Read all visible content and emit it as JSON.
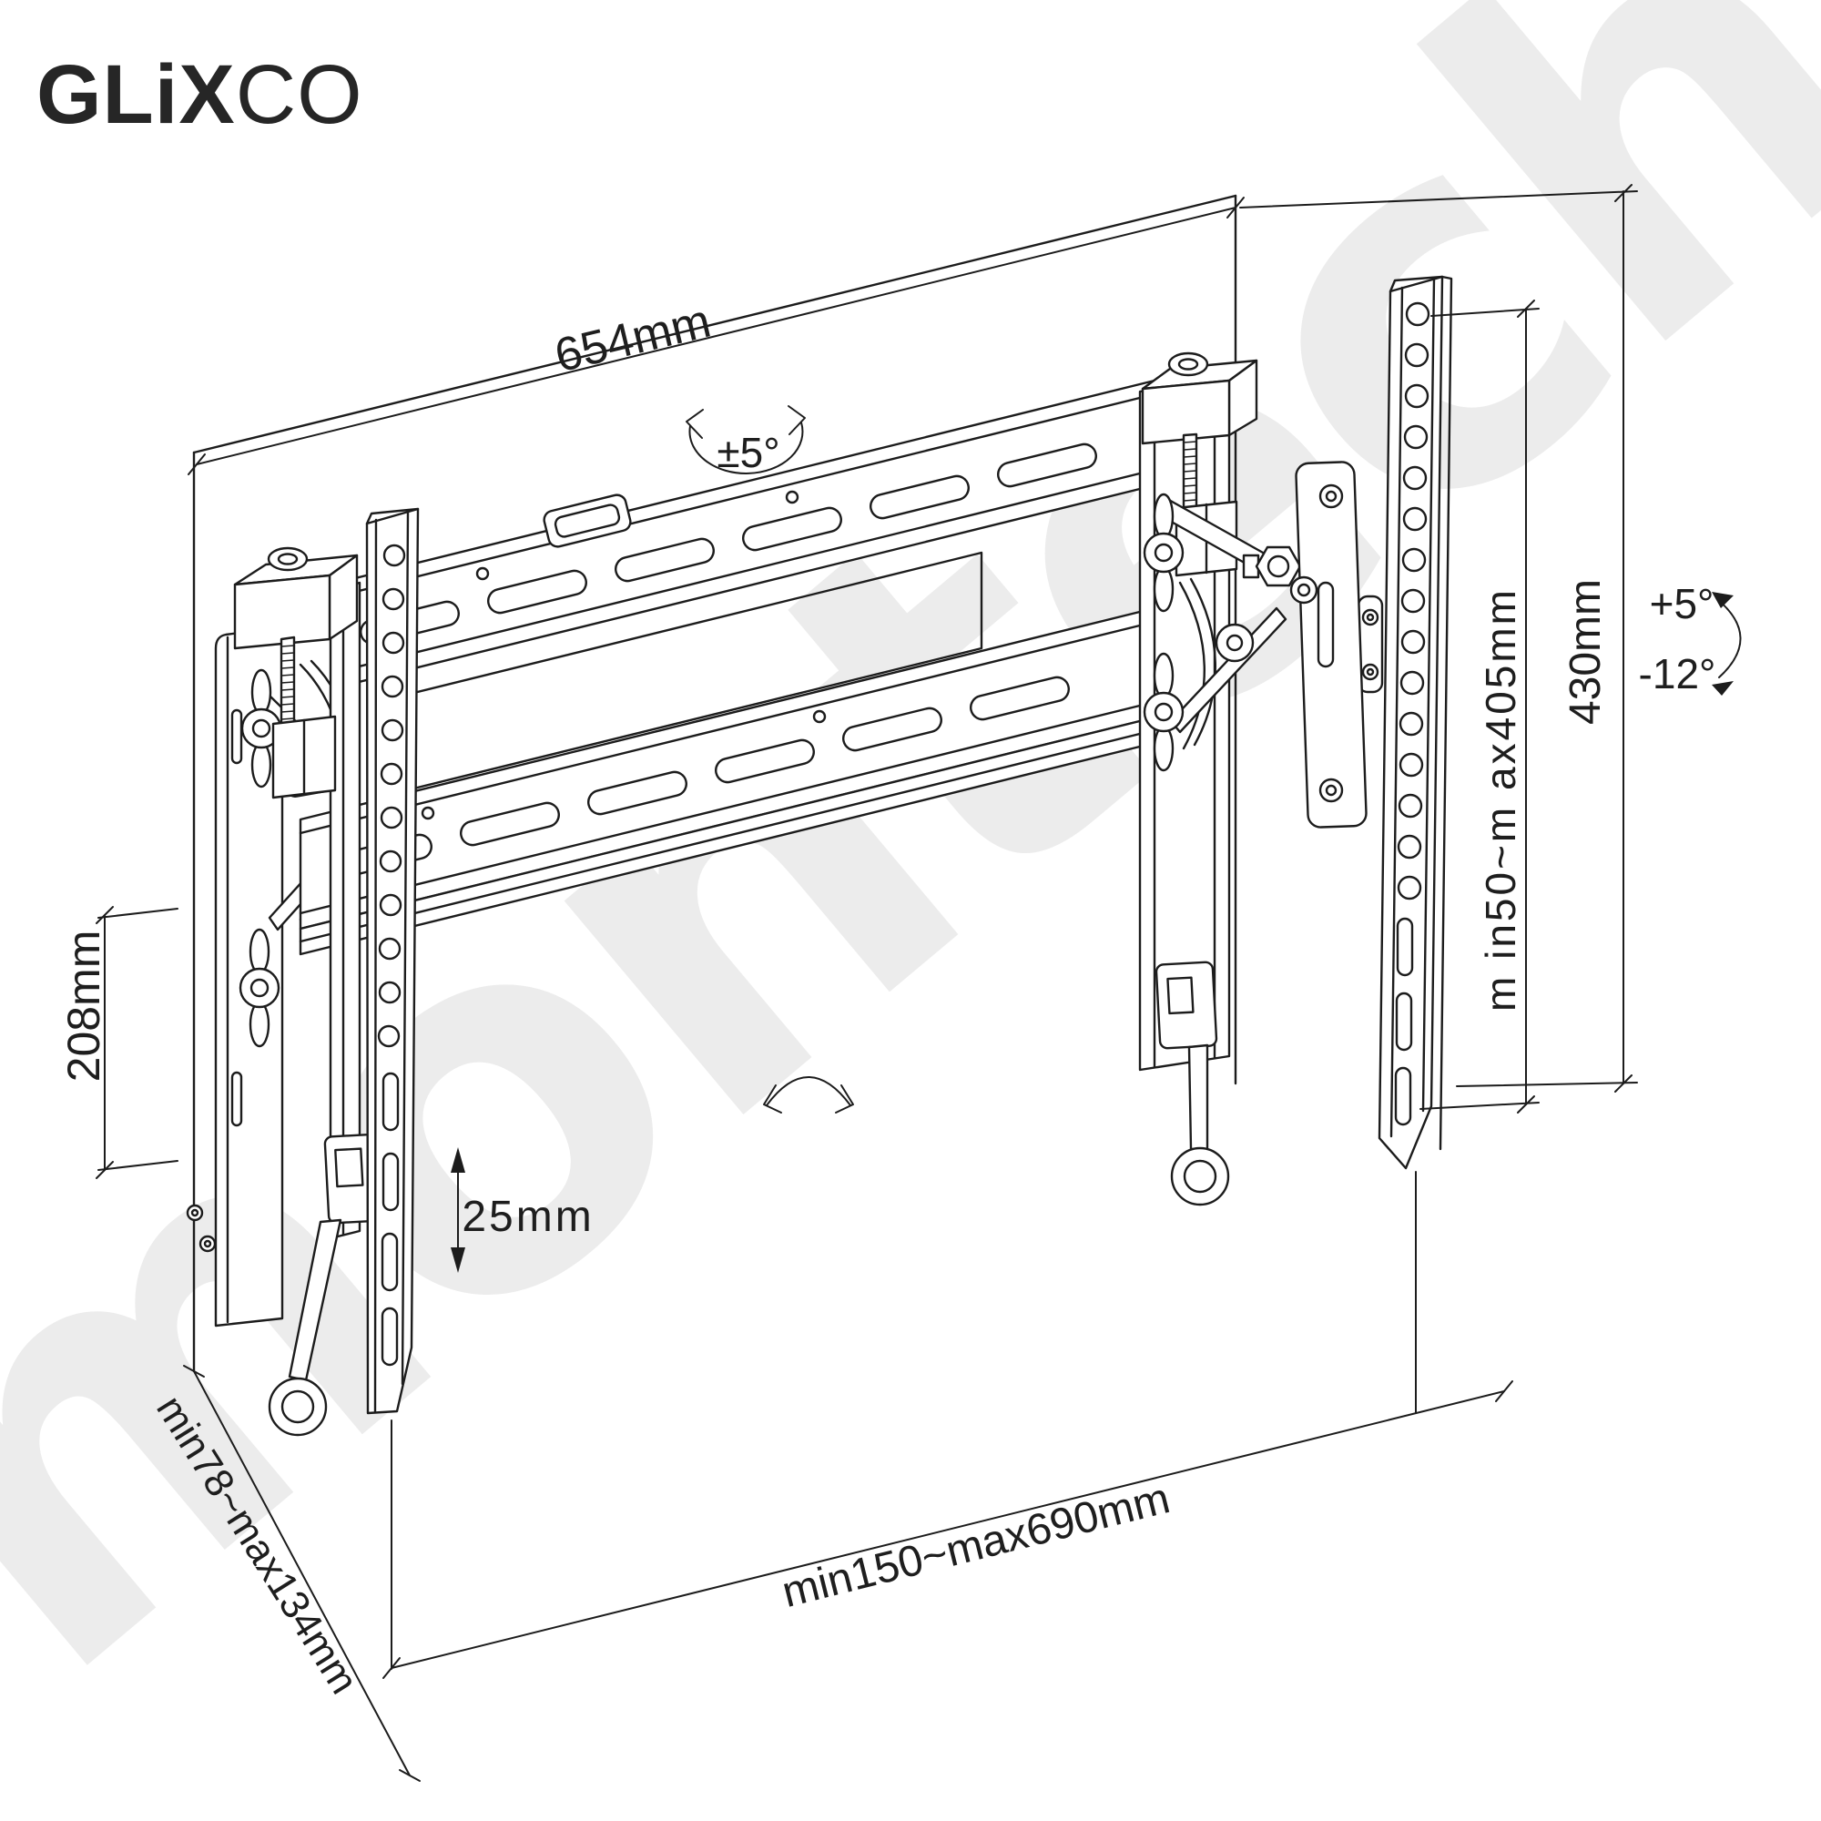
{
  "logo": {
    "bold": "GLiX",
    "light": "CO"
  },
  "watermark": {
    "text": "montech",
    "color": "#ececec"
  },
  "colors": {
    "line": "#1c1c1c",
    "background": "#ffffff",
    "text": "#1e1e1e"
  },
  "annotations": {
    "plate_width": "654mm",
    "level_adjustment": "±5°",
    "plate_height": "208mm",
    "rail_hook_offset": "25mm",
    "wall_distance_range": "min78~max134mm",
    "horizontal_adjust_range": "min150~max690mm",
    "bracket_height": "430mm",
    "vesa_height_range": "m in50~m ax405mm",
    "tilt_up": "+5°",
    "tilt_down": "-12°"
  }
}
